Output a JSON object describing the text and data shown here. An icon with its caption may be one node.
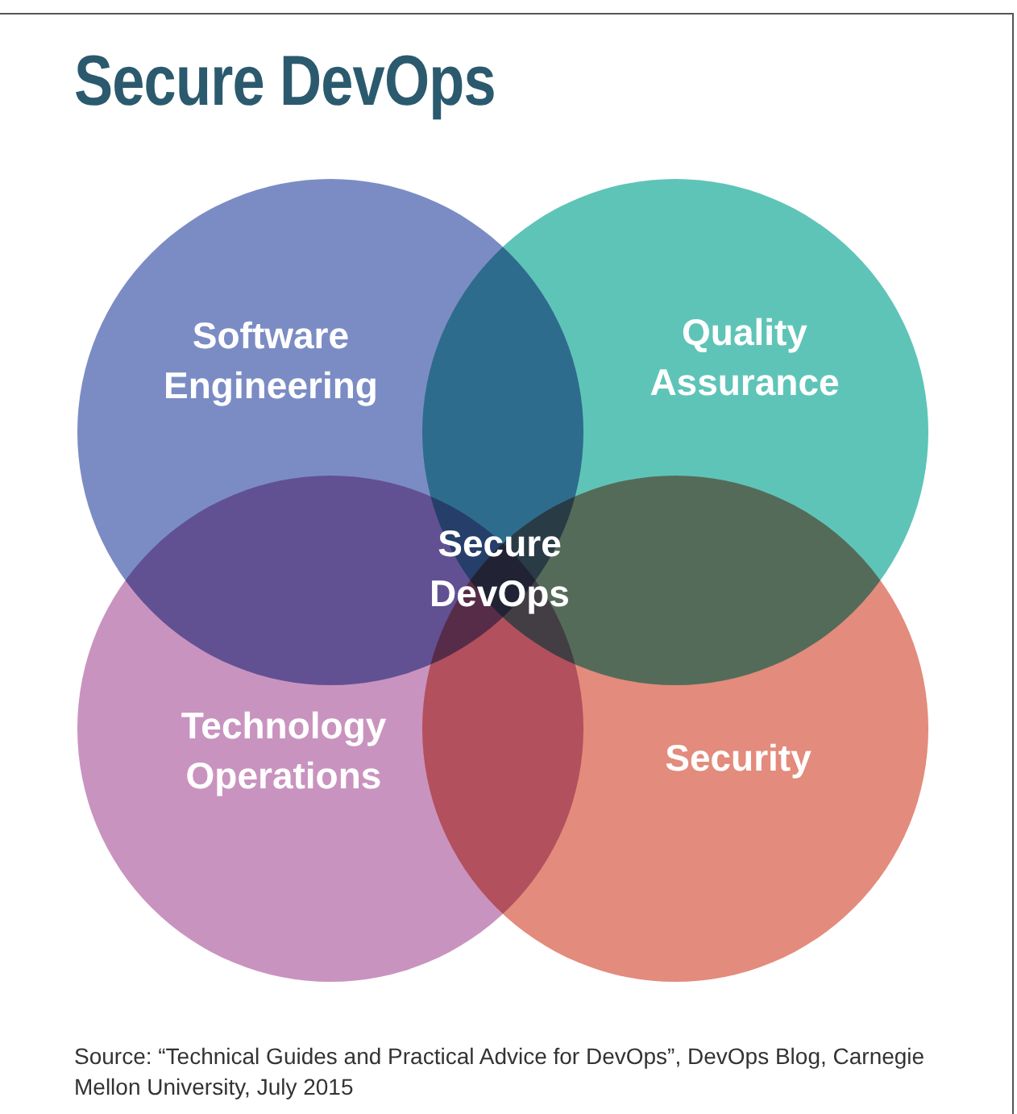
{
  "diagram": {
    "title": "Secure DevOps",
    "caption": "Source: “Technical Guides and Practical Advice for DevOps”, DevOps Blog, Carnegie Mellon University, July 2015",
    "nodes": [
      {
        "text": [
          "Software Engineering"
        ]
      },
      {
        "text": [
          "Quality Assurance"
        ]
      },
      {
        "text": [
          "Technology Operations"
        ]
      },
      {
        "text": [
          "Security"
        ]
      }
    ],
    "labels": [
      "Secure DevOps"
    ]
  }
}
